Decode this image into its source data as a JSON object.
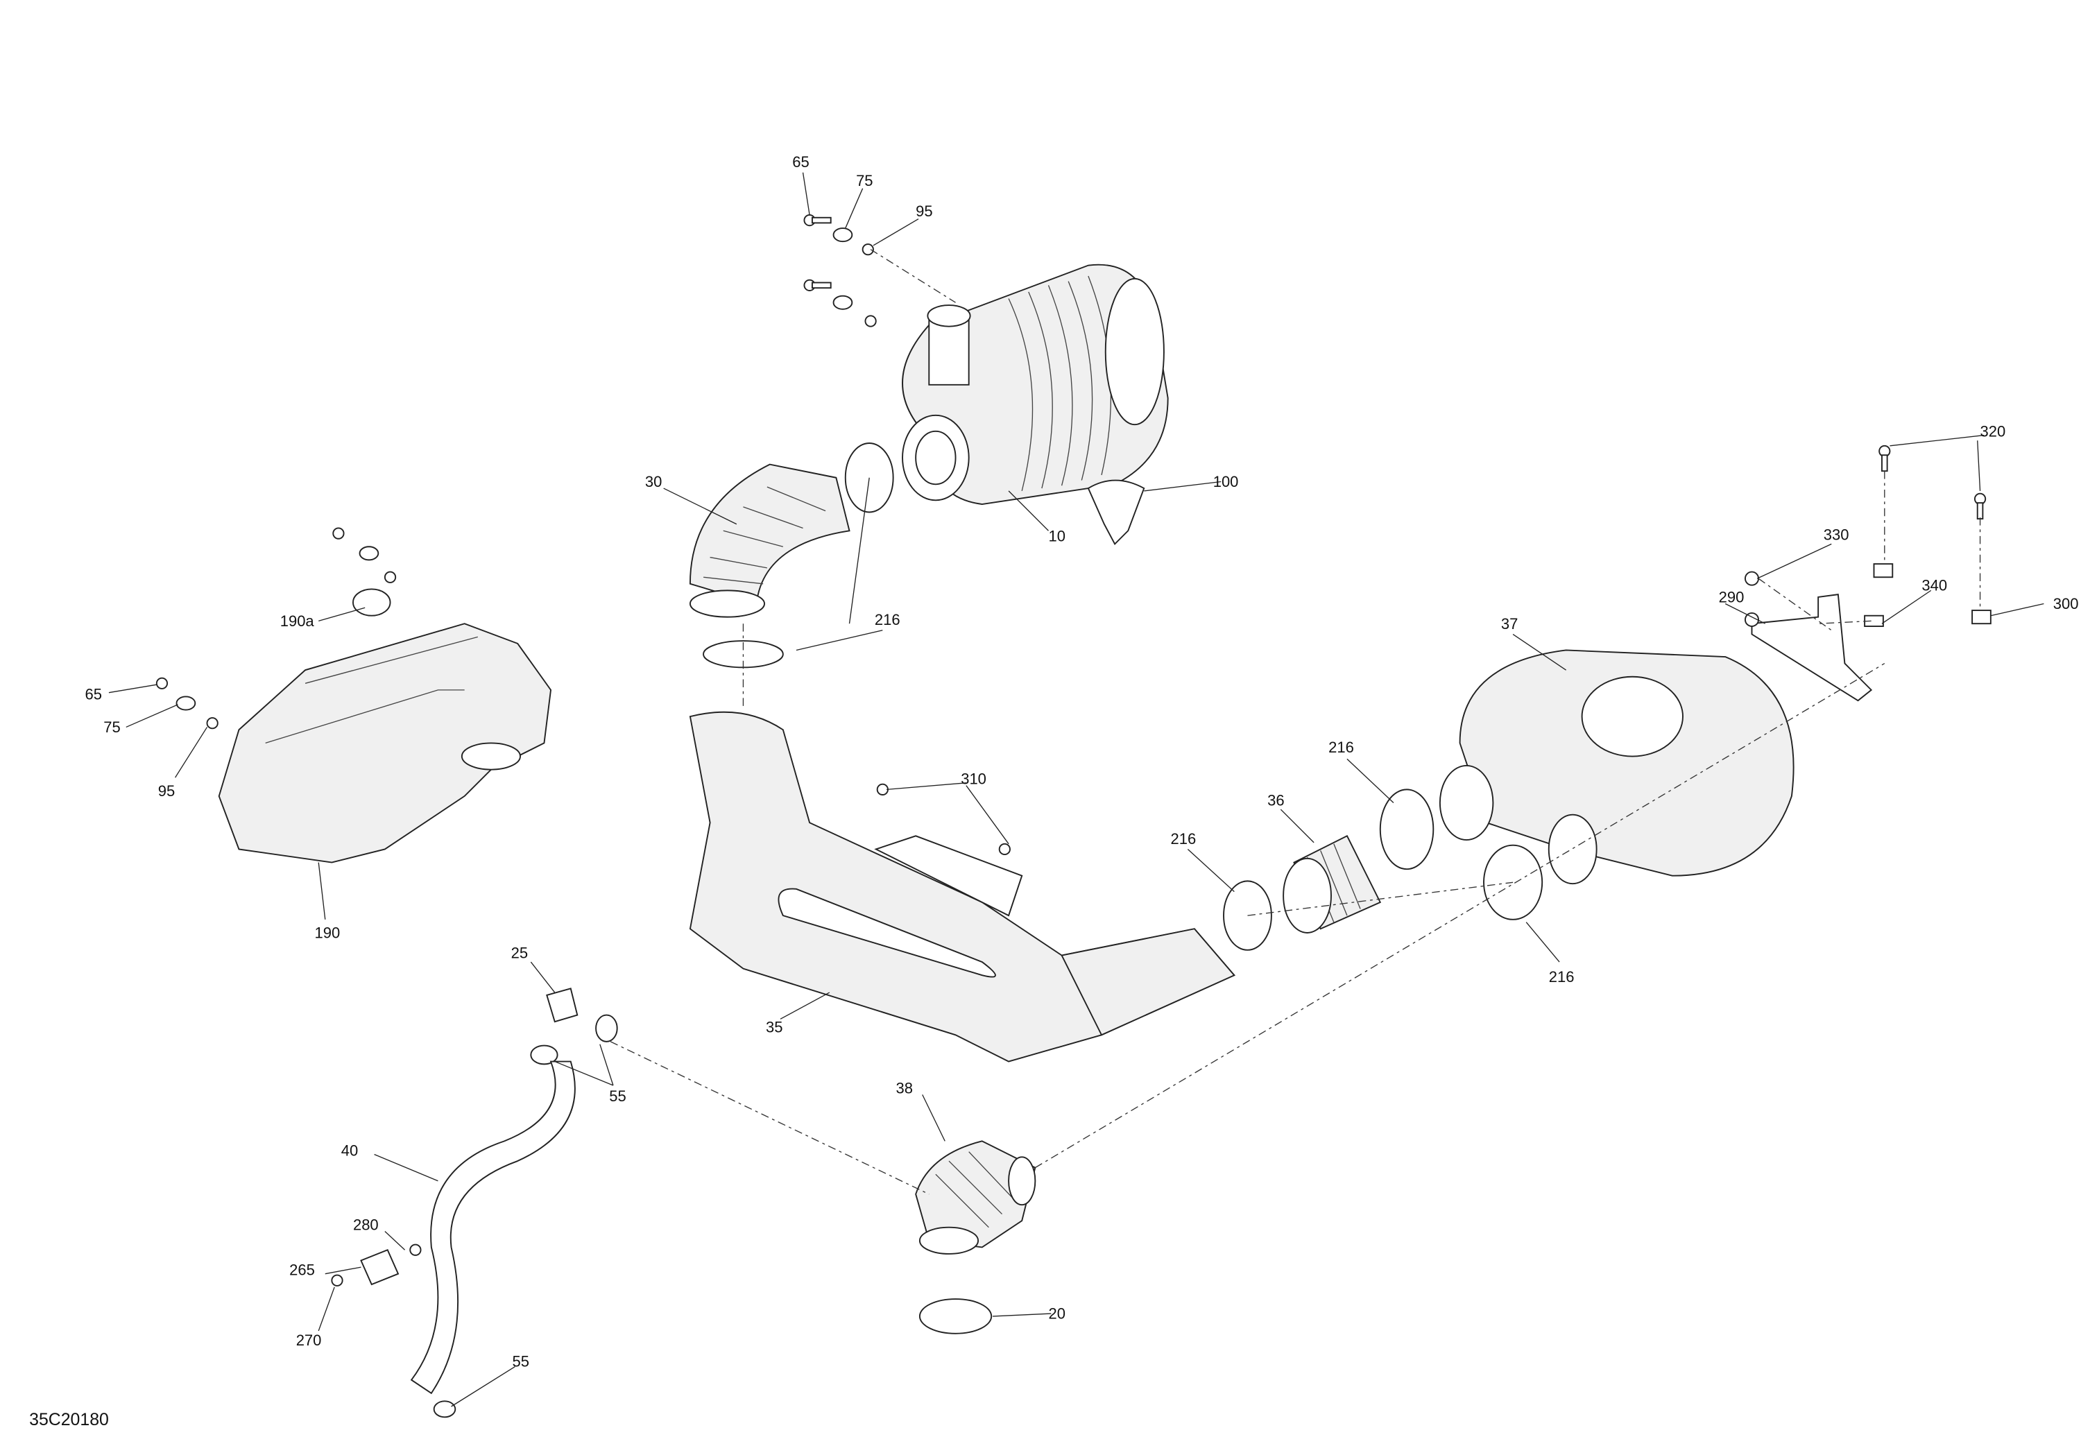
{
  "diagram": {
    "drawing_code": "35C20180",
    "callouts": [
      "65",
      "75",
      "95",
      "100",
      "10",
      "30",
      "216",
      "320",
      "330",
      "340",
      "290",
      "300",
      "37",
      "190a",
      "65",
      "75",
      "95",
      "190",
      "310",
      "216",
      "36",
      "216",
      "216",
      "25",
      "35",
      "55",
      "40",
      "38",
      "280",
      "265",
      "20",
      "270",
      "55"
    ]
  },
  "colors": {
    "line": "#222222",
    "background": "#ffffff"
  }
}
